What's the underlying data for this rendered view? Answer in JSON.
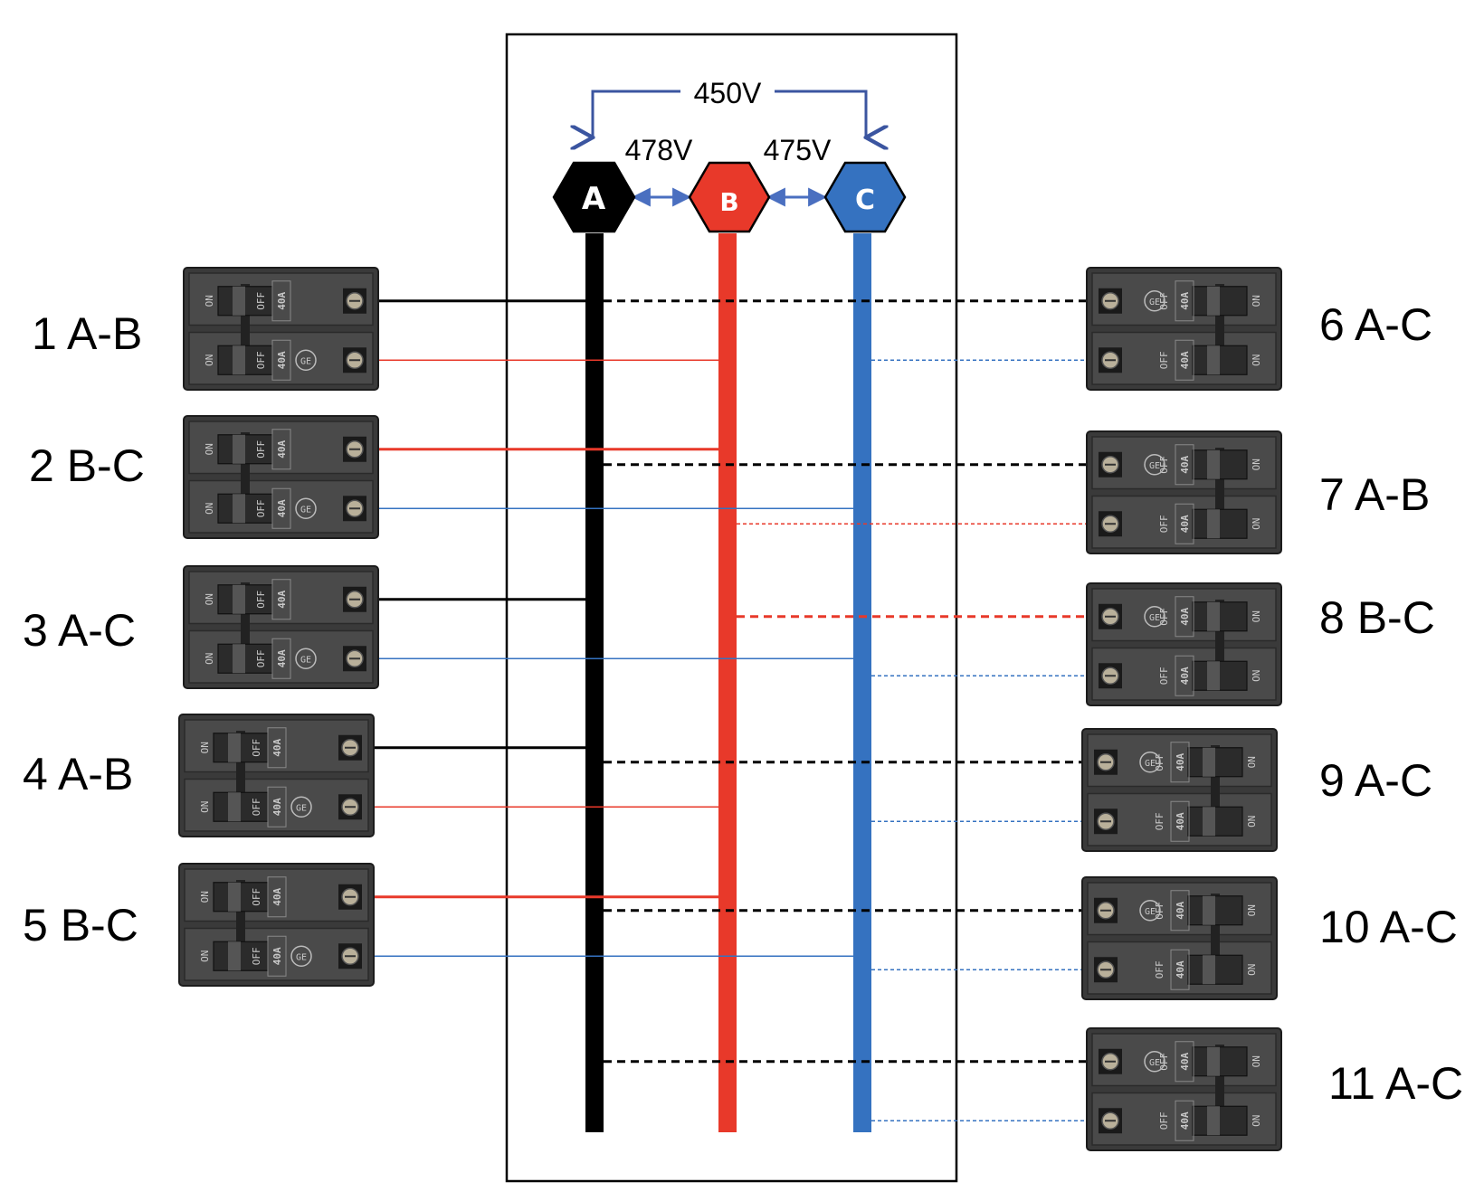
{
  "bus": {
    "phases": [
      {
        "id": "A",
        "label": "A",
        "color": "#000000"
      },
      {
        "id": "B",
        "label": "B",
        "color": "#e8392a"
      },
      {
        "id": "C",
        "label": "C",
        "color": "#3572c0"
      }
    ],
    "voltages": {
      "a_b": "478V",
      "b_c": "475V",
      "a_c": "450V"
    },
    "arrow_color": "#3b55a0"
  },
  "breaker_text": {
    "on": "ON",
    "off": "OFF",
    "rating": "40A",
    "brand": "GE"
  },
  "breakers_left": [
    {
      "label": "1 A-B",
      "top_phase": "A",
      "bottom_phase": "B"
    },
    {
      "label": "2 B-C",
      "top_phase": "B",
      "bottom_phase": "C"
    },
    {
      "label": "3 A-C",
      "top_phase": "A",
      "bottom_phase": "C"
    },
    {
      "label": "4 A-B",
      "top_phase": "A",
      "bottom_phase": "B"
    },
    {
      "label": "5 B-C",
      "top_phase": "B",
      "bottom_phase": "C"
    }
  ],
  "breakers_right": [
    {
      "label": "6 A-C",
      "top_phase": "A",
      "bottom_phase": "C"
    },
    {
      "label": "7 A-B",
      "top_phase": "A",
      "bottom_phase": "B"
    },
    {
      "label": "8 B-C",
      "top_phase": "B",
      "bottom_phase": "C"
    },
    {
      "label": "9 A-C",
      "top_phase": "A",
      "bottom_phase": "C"
    },
    {
      "label": "10 A-C",
      "top_phase": "A",
      "bottom_phase": "C"
    },
    {
      "label": "11 A-C",
      "top_phase": "A",
      "bottom_phase": "C"
    }
  ]
}
